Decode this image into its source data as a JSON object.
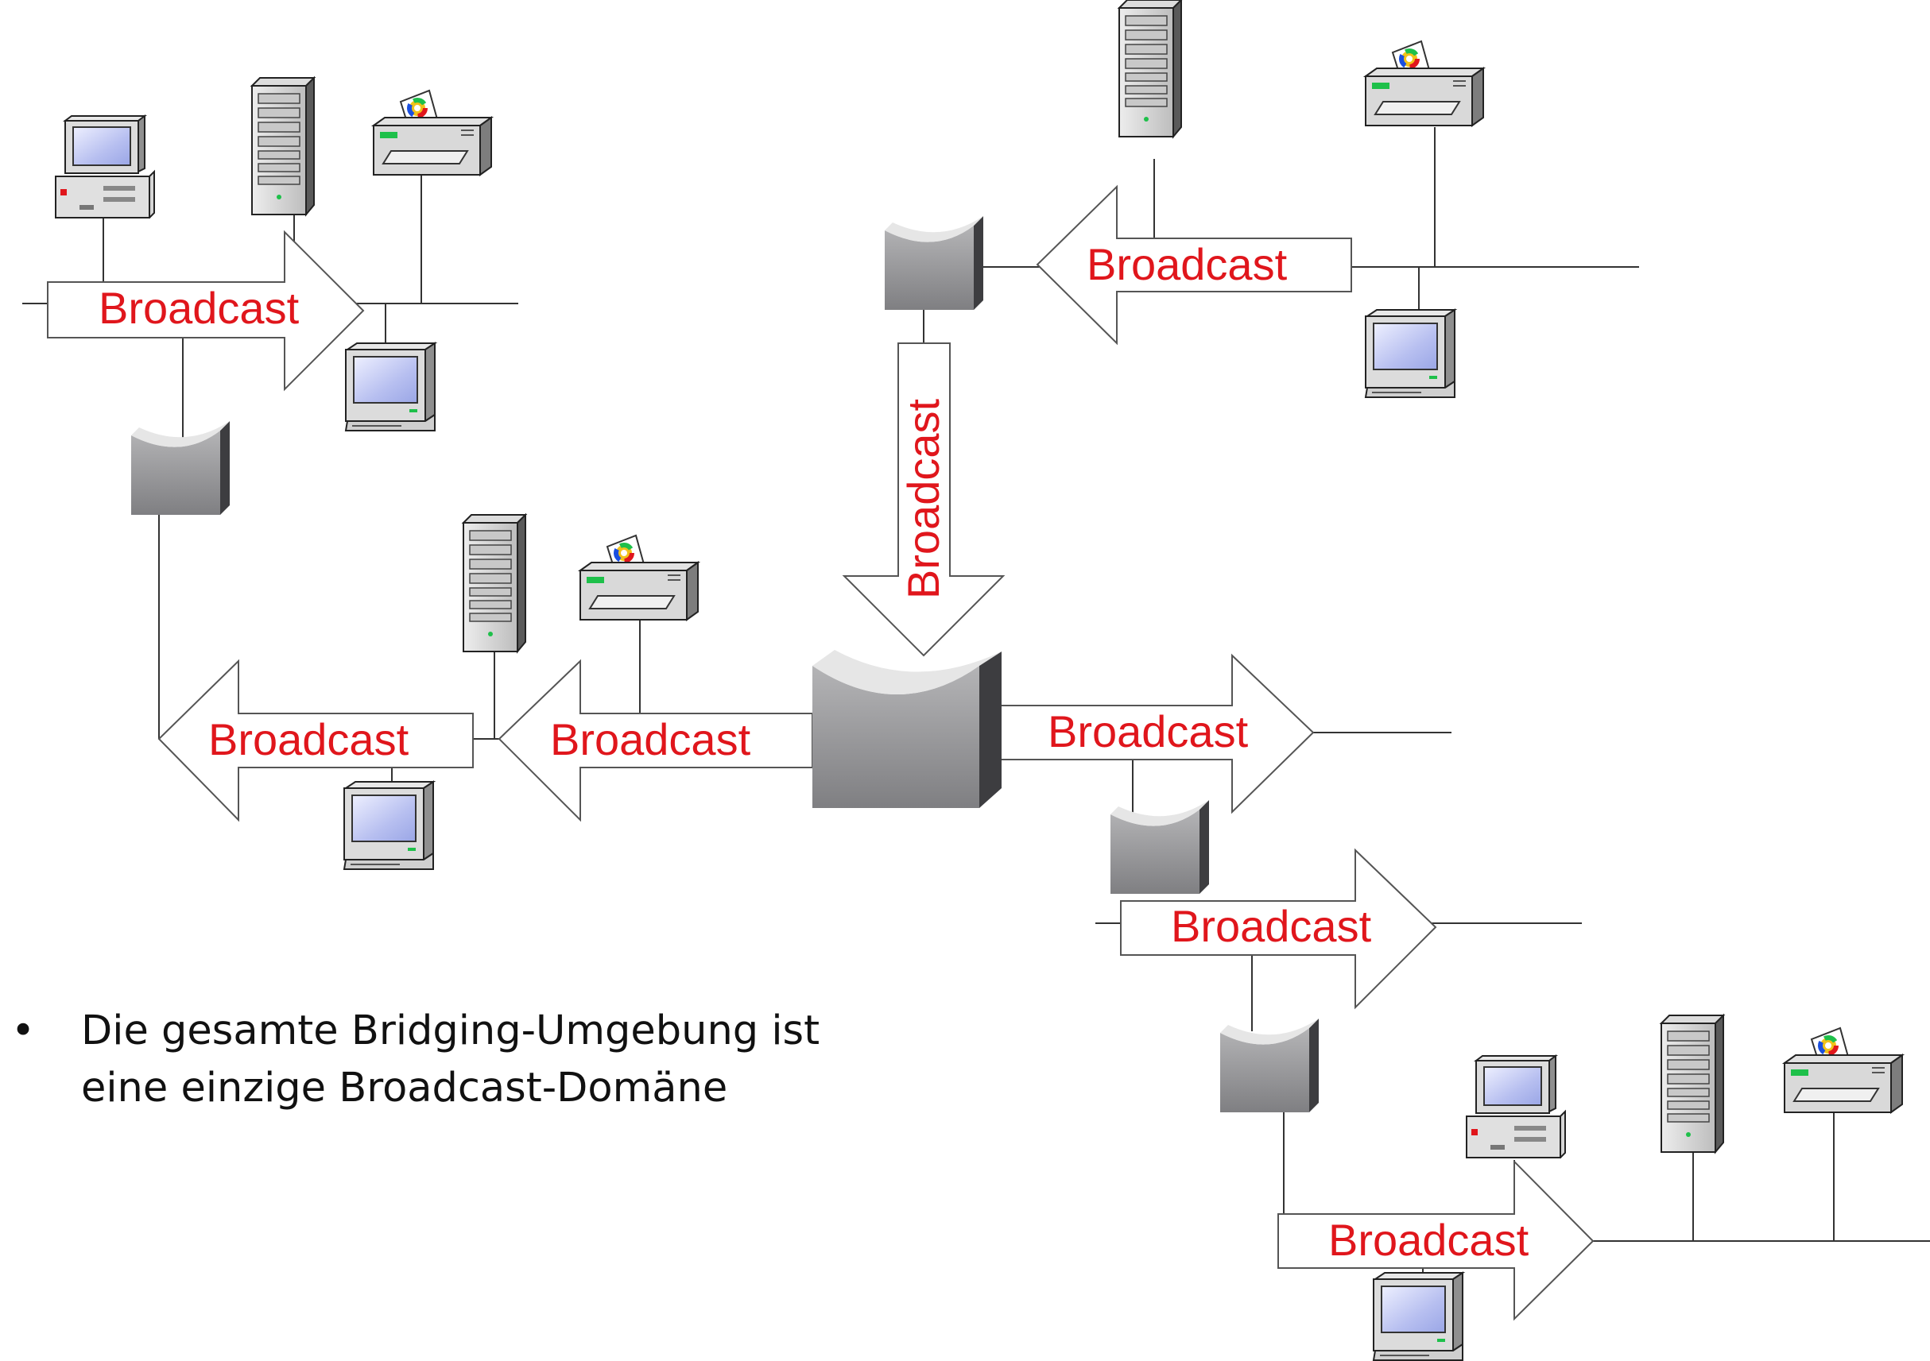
{
  "diagram": {
    "arrow_label": "Broadcast",
    "caption_bullet": "•",
    "caption_line1": "Die gesamte Bridging-Umgebung ist",
    "caption_line2": "eine einzige Broadcast-Domäne"
  },
  "colors": {
    "label": "#e0161c",
    "bridge": "#8a8a8c",
    "screen": "#c8cdf2"
  },
  "icons": [
    "pc-icon",
    "desktop-pc-icon",
    "server-tower-icon",
    "printer-icon",
    "bridge-icon",
    "central-bridge-icon"
  ]
}
